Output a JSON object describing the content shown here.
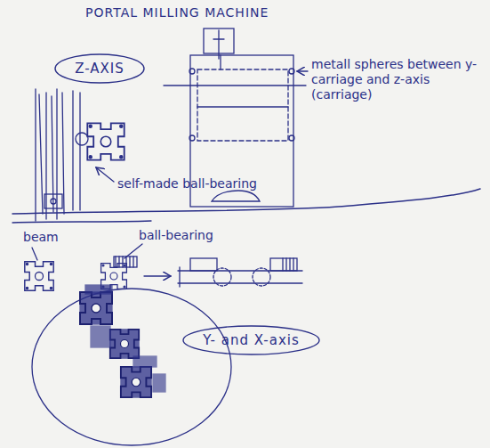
{
  "diagram": {
    "title": "PORTAL MILLING MACHINE",
    "nodes": [
      {
        "text": [
          "Z-AXIS"
        ]
      },
      {
        "text": [
          "Y- and X-axis"
        ]
      }
    ],
    "edges": [],
    "labels": [
      "metall spheres between y-carriage and z-axis (carriage)",
      "self-made ball-bearing",
      "beam",
      "ball-bearing"
    ]
  }
}
